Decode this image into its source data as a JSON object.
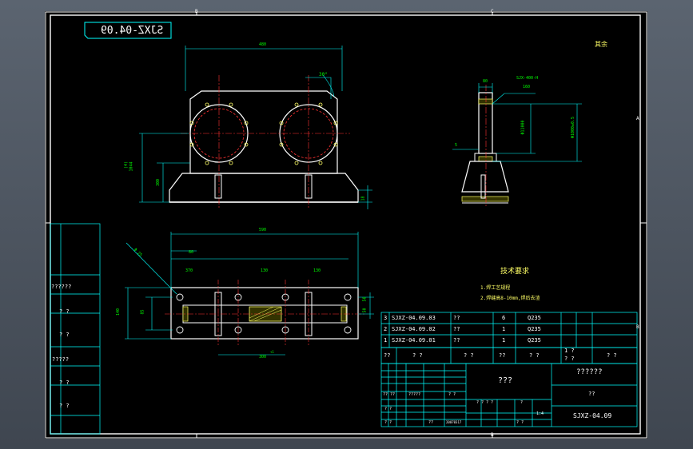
{
  "drawing_number_mirrored": "SJXZ-04.09",
  "grid_letters": {
    "top_b": "B",
    "top_c": "C",
    "bottom_b": "B",
    "side_a": "A",
    "side_b": "B"
  },
  "corner_note": "其余",
  "dims": {
    "top_width": "480",
    "angle": "30°",
    "left_height_1": "(4)",
    "left_height_2": "1044",
    "left_base": "300",
    "right_small": "18",
    "side_top": "80",
    "side_callout": "SJX-400-H",
    "side_callout2": "160",
    "side_d1": "Φ11000",
    "side_d2": "Φ1000±0.5",
    "side_left": "5",
    "plan_width": "590",
    "plan_left": "80",
    "plan_s1": "370",
    "plan_s2": "130",
    "plan_s3": "130",
    "plan_h1": "140",
    "plan_h2": "85",
    "plan_h3": "50",
    "plan_h4": "50",
    "plan_bot": "300",
    "plan_bot_sfx": "+1",
    "plan_diag": "Φ 25"
  },
  "tech": {
    "title": "技术要求",
    "line1": "1.焊工艺规程",
    "line2": "2.焊缝高8-10mm,焊后去渣"
  },
  "bom": [
    {
      "no": "3",
      "code": "SJXZ-04.09.03",
      "name": "??",
      "qty": "6",
      "mat": "Q235"
    },
    {
      "no": "2",
      "code": "SJXZ-04.09.02",
      "name": "??",
      "qty": "1",
      "mat": "Q235"
    },
    {
      "no": "1",
      "code": "SJXZ-04.09.01",
      "name": "??",
      "qty": "1",
      "mat": "Q235"
    }
  ],
  "bom_header": {
    "c1": "??",
    "c2": "?  ?",
    "c3": "?  ?",
    "c4": "??",
    "c5": "?  ?",
    "c6": "1  ?",
    "c6b": "?  ?",
    "c7": "?  ?"
  },
  "title_block": {
    "part_name": "???",
    "company": "??????",
    "sub": "??",
    "drawing_no": "SJXZ-04.09",
    "r1": "??  ??",
    "r1b": "?????",
    "r1c": "?  ?",
    "r2": "?  ?",
    "r3": "?  ?",
    "r3b": "??",
    "r3c": "20070317",
    "stage": "? ? ? ?",
    "weight": "?",
    "scale": "1:4",
    "sheet": "?  ?"
  },
  "left_strip": [
    "??????",
    "?  ?",
    "?  ?",
    "?????",
    "?  ?",
    "?  ?"
  ]
}
